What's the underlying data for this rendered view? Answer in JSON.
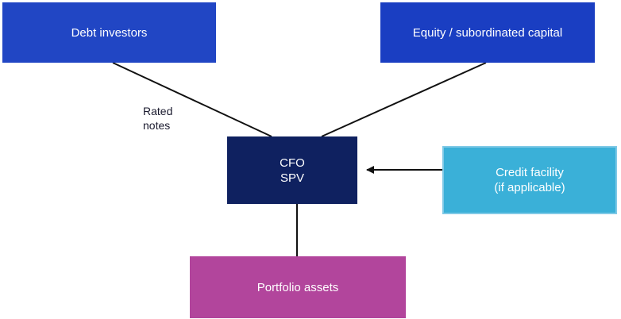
{
  "colors": {
    "debt_investors": "#2146c4",
    "equity": "#1a3ec2",
    "spv": "#0f2160",
    "credit_facility": "#3ab0d8",
    "portfolio_assets": "#b2459c",
    "connector": "#111111"
  },
  "nodes": {
    "debt_investors": {
      "label": "Debt investors"
    },
    "equity": {
      "label": "Equity / subordinated capital"
    },
    "spv": {
      "line1": "CFO",
      "line2": "SPV"
    },
    "credit_facility": {
      "line1": "Credit facility",
      "line2": "(if applicable)"
    },
    "portfolio_assets": {
      "label": "Portfolio assets"
    }
  },
  "edge_labels": {
    "debt_to_spv": {
      "line1": "Rated",
      "line2": "notes"
    }
  }
}
